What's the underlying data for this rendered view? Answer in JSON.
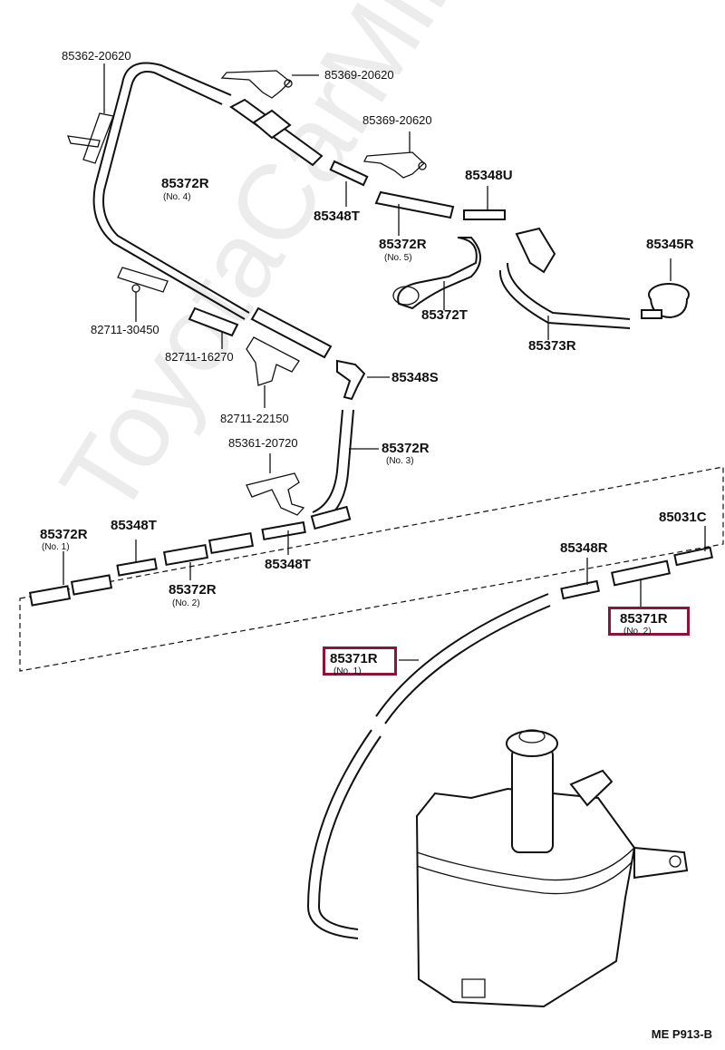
{
  "parts": {
    "p85362_20620": "85362-20620",
    "p85369_20620_a": "85369-20620",
    "p85369_20620_b": "85369-20620",
    "p85372R_no4": "85372R",
    "p85372R_no4_sub": "(No. 4)",
    "p85348U": "85348U",
    "p85348T_top": "85348T",
    "p85372R_no5": "85372R",
    "p85372R_no5_sub": "(No. 5)",
    "p85345R": "85345R",
    "p85372T": "85372T",
    "p82711_30450": "82711-30450",
    "p85373R": "85373R",
    "p82711_16270": "82711-16270",
    "p85348S": "85348S",
    "p82711_22150": "82711-22150",
    "p85361_20720": "85361-20720",
    "p85372R_no3": "85372R",
    "p85372R_no3_sub": "(No. 3)",
    "p85372R_no1": "85372R",
    "p85372R_no1_sub": "(No. 1)",
    "p85348T_left": "85348T",
    "p85031C": "85031C",
    "p85348R": "85348R",
    "p85372R_no2": "85372R",
    "p85372R_no2_sub": "(No. 2)",
    "p85348T_mid": "85348T",
    "p85371R_no2": "85371R",
    "p85371R_no2_sub": "(No. 2)",
    "p85371R_no1": "85371R",
    "p85371R_no1_sub": "(No. 1)"
  },
  "highlight_color": "#8b1538",
  "watermark": "ToyotaCarMine.ru",
  "reference": "ME P913-B"
}
